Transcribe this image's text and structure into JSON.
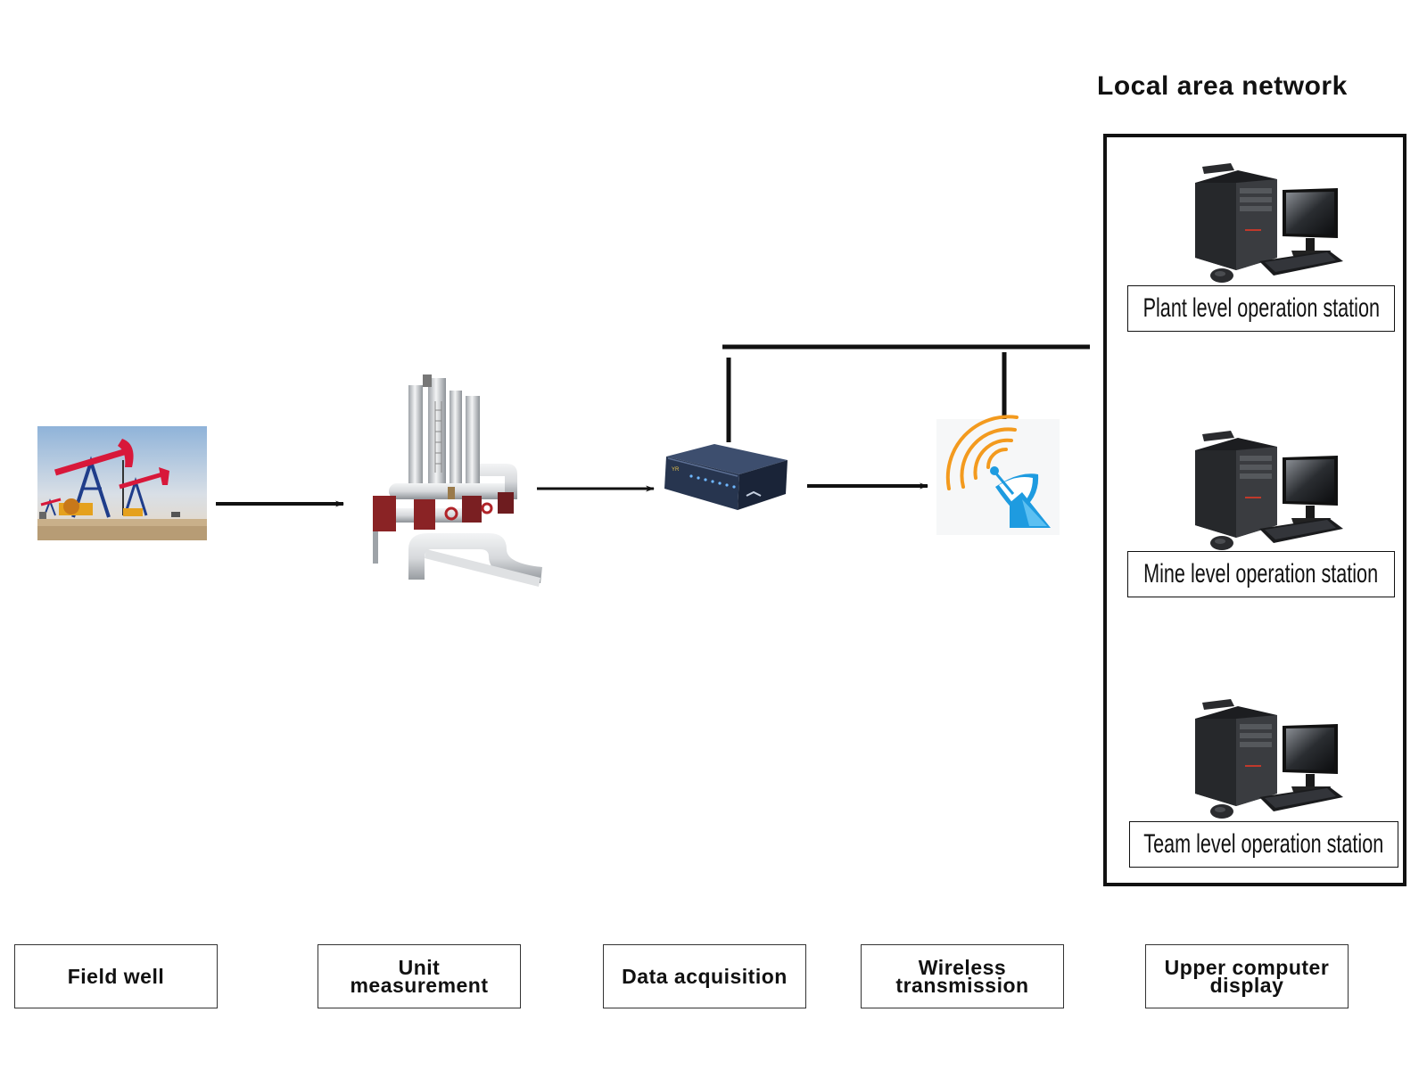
{
  "lan": {
    "title": "Local area network",
    "stations": [
      {
        "label": "Plant level operation station",
        "icon": "computer-workstation-icon"
      },
      {
        "label": "Mine level operation station",
        "icon": "computer-workstation-icon"
      },
      {
        "label": "Team level operation station",
        "icon": "computer-workstation-icon"
      }
    ]
  },
  "flow": {
    "nodes": [
      {
        "icon": "oil-pumpjack-icon"
      },
      {
        "icon": "pipeline-metering-icon"
      },
      {
        "icon": "data-acquisition-device-icon"
      },
      {
        "icon": "wireless-antenna-icon"
      }
    ]
  },
  "steps": [
    {
      "line1": "Field well",
      "line2": ""
    },
    {
      "line1": "Unit",
      "line2": "measurement"
    },
    {
      "line1": "Data acquisition",
      "line2": ""
    },
    {
      "line1": "Wireless",
      "line2": "transmission"
    },
    {
      "line1": "Upper computer",
      "line2": "display"
    }
  ],
  "colors": {
    "line": "#111111",
    "signal_orange": "#f39a1e",
    "signal_blue": "#1e9be0",
    "pipe_red": "#8a2325",
    "device_navy": "#27354f"
  }
}
